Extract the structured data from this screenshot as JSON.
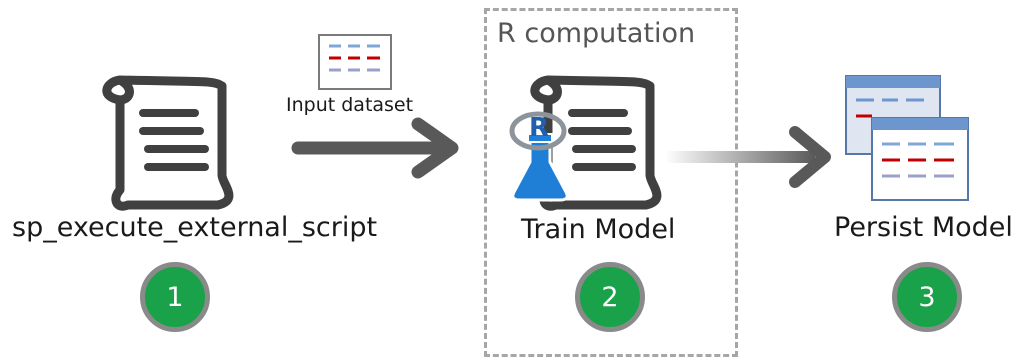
{
  "diagram": {
    "colors": {
      "icon_dark": "#404040",
      "arrow_dark": "#595959",
      "badge_green": "#1aa24a",
      "badge_ring": "#8a8a8a",
      "dashed_border": "#a6a6a6",
      "table_blue": "#7fa7d6",
      "table_red": "#c00000"
    },
    "region": {
      "label": "R computation"
    },
    "input": {
      "label": "Input dataset",
      "icon": "table-icon"
    },
    "steps": [
      {
        "label": "sp_execute_external_script",
        "number": "1",
        "icon": "script-icon"
      },
      {
        "label": "Train Model",
        "number": "2",
        "icon": "script-with-r-flask-icon"
      },
      {
        "label": "Persist Model",
        "number": "3",
        "icon": "stacked-tables-icon"
      }
    ],
    "r_logo_text": "R"
  }
}
